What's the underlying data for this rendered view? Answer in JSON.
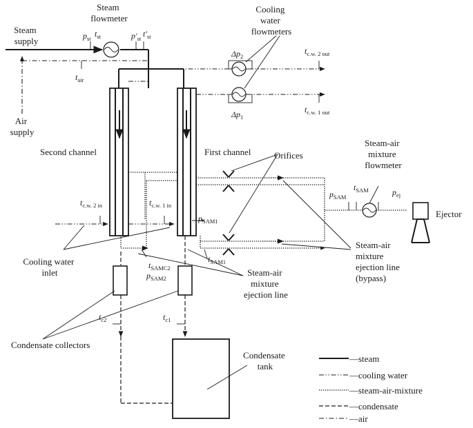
{
  "labels": {
    "steam_supply": [
      "Steam",
      "supply"
    ],
    "air_supply": [
      "Air",
      "supply"
    ],
    "steam_flowmeter": [
      "Steam",
      "flowmeter"
    ],
    "cooling_water_flowmeters": [
      "Cooling",
      "water",
      "flowmeters"
    ],
    "second_channel": "Second channel",
    "first_channel": "First channel",
    "orifices": "Orifices",
    "sam_flowmeter": [
      "Steam-air",
      "mixture",
      "flowmeter"
    ],
    "ejector": "Ejector",
    "cooling_water_inlet": [
      "Cooling water",
      "inlet"
    ],
    "sam_ejection_line": [
      "Steam-air",
      "mixture",
      "ejection line"
    ],
    "sam_ejection_bypass": [
      "Steam-air",
      "mixture",
      "ejection line",
      "(bypass)"
    ],
    "condensate_collectors": "Condensate collectors",
    "condensate_tank": [
      "Condensate",
      "tank"
    ]
  },
  "symbols": {
    "p_st": {
      "base": "p",
      "sub": "st"
    },
    "t_st": {
      "base": "t",
      "sub": "st"
    },
    "p_st_prime": {
      "base": "p′",
      "sub": "st"
    },
    "t_st_prime": {
      "base": "t′",
      "sub": "st"
    },
    "t_air": {
      "base": "t",
      "sub": "air"
    },
    "dp2": {
      "base": "Δp",
      "sub": "2"
    },
    "dp1": {
      "base": "Δp",
      "sub": "1"
    },
    "t_cw2_out": {
      "base": "t",
      "sub": "c.w. 2 out"
    },
    "t_cw1_out": {
      "base": "t",
      "sub": "c.w. 1 out"
    },
    "t_cw2_in": {
      "base": "t",
      "sub": "c.w. 2 in"
    },
    "t_cw1_in": {
      "base": "t",
      "sub": "c.w. 1 in"
    },
    "p_sam1": {
      "base": "p",
      "sub": "SAM1"
    },
    "t_sam1": {
      "base": "t",
      "sub": "SAM1"
    },
    "t_samc2": {
      "base": "t",
      "sub": "SAMC2"
    },
    "p_sam2": {
      "base": "p",
      "sub": "SAM2"
    },
    "p_sam": {
      "base": "p",
      "sub": "SAM"
    },
    "t_sam": {
      "base": "t",
      "sub": "SAM"
    },
    "p_ej": {
      "base": "p",
      "sub": "ej"
    },
    "t_c2": {
      "base": "t",
      "sub": "c2"
    },
    "t_c1": {
      "base": "t",
      "sub": "c1"
    }
  },
  "legend": {
    "steam": "—steam",
    "cooling_water": "—cooling water",
    "steam_air_mixture": "—steam-air-mixture",
    "condensate": "—condensate",
    "air": "—air"
  }
}
